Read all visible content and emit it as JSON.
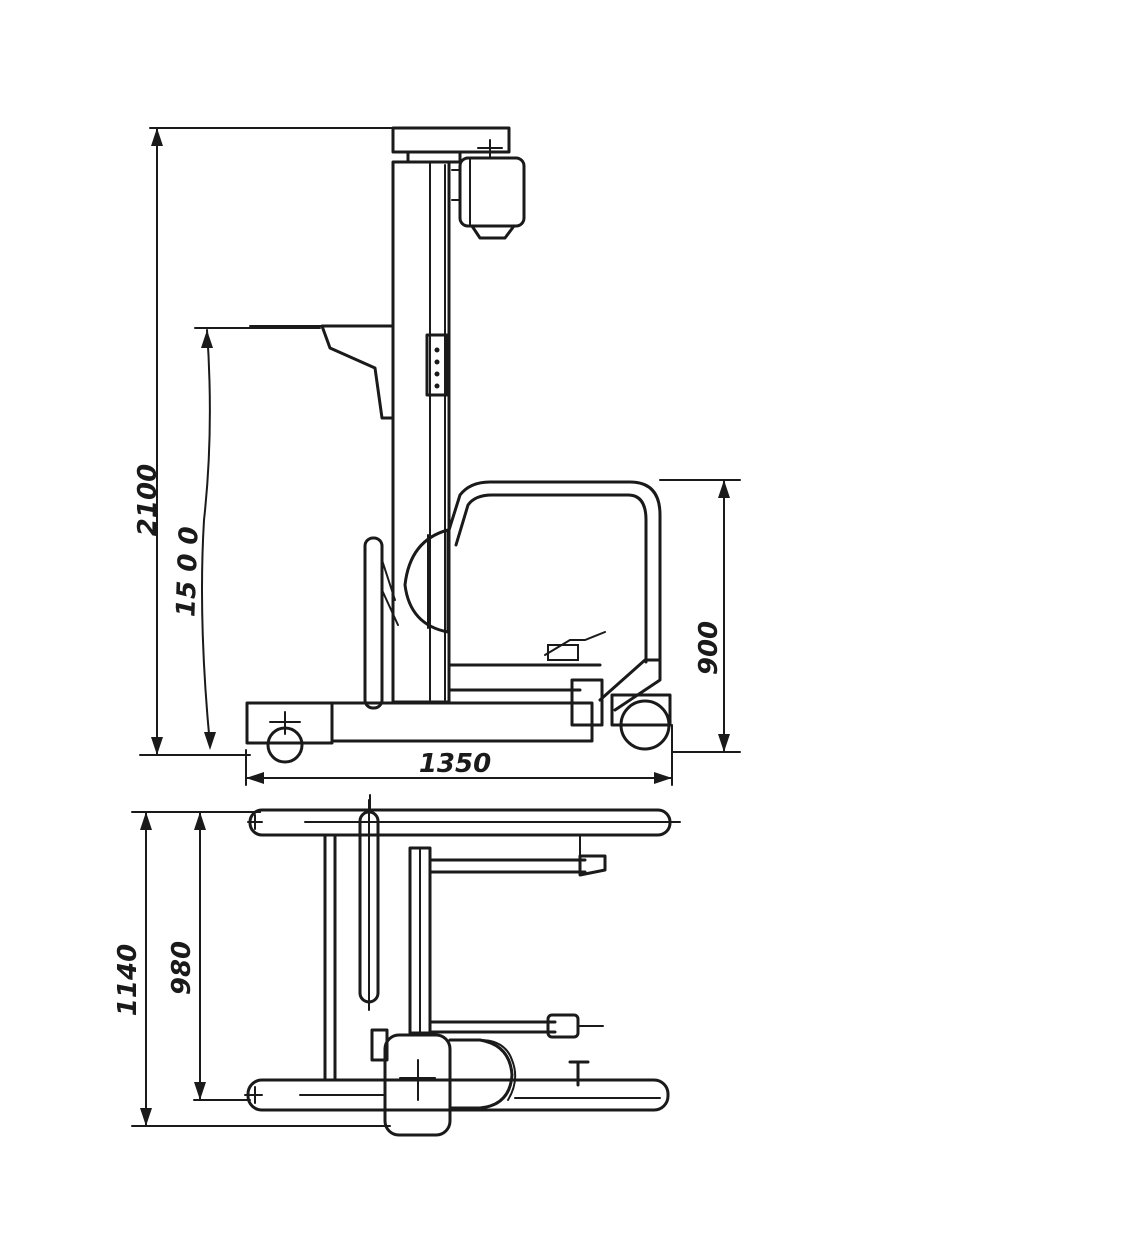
{
  "drawing": {
    "dimensions": {
      "total_height": "2100",
      "lift_height": "15 0 0",
      "handle_height": "900",
      "overall_length": "1350",
      "overall_width": "1140",
      "inner_width": "980"
    }
  }
}
